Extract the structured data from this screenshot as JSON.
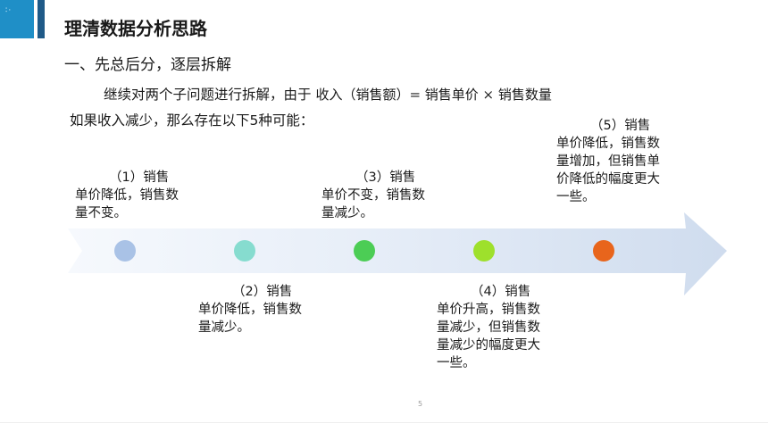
{
  "slide": {
    "title": "理清数据分析思路",
    "subtitle": "一、先总后分，逐层拆解",
    "intro_text": "继续对两个子问题进行拆解，由于",
    "formula": "收入（销售额）= 销售单价 × 销售数量",
    "lead": "如果收入减少，那么存在以下5种可能：",
    "page_number": "5"
  },
  "timeline": {
    "cases": [
      {
        "head": "（1）销售",
        "body": "单价降低，销售数量不变。",
        "dot_color": "#a9c2e6"
      },
      {
        "head": "（2）销售",
        "body": "单价降低，销售数量减少。",
        "dot_color": "#86dccf"
      },
      {
        "head": "（3）销售",
        "body": "单价不变，销售数量减少。",
        "dot_color": "#4ccd55"
      },
      {
        "head": "（4）销售",
        "body": "单价升高，销售数量减少，但销售数量减少的幅度更大一些。",
        "dot_color": "#9ee02c"
      },
      {
        "head": "（5）销售",
        "body": "单价降低，销售数量增加，但销售单价降低的幅度更大一些。",
        "dot_color": "#e8651c"
      }
    ]
  },
  "colors": {
    "accent_blue": "#1f8fc7",
    "accent_dark": "#1f5a88",
    "arrow_light": "#e7eef8",
    "arrow_mid": "#cfdcee"
  }
}
